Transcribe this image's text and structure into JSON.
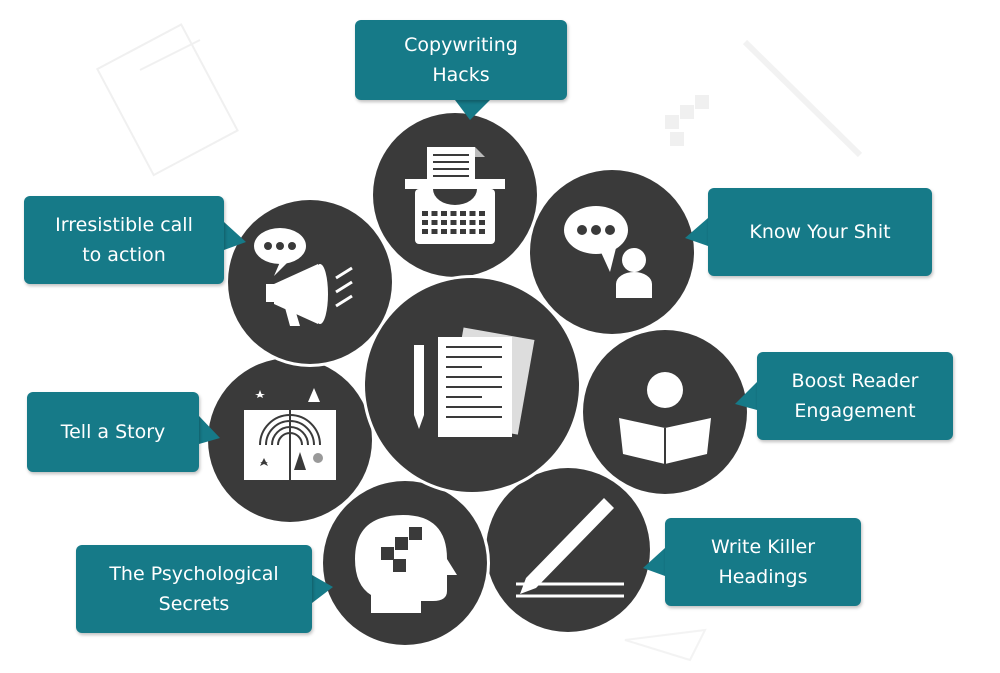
{
  "colors": {
    "teal": "#167a88",
    "circle": "#3a3a3a",
    "icon": "#ffffff"
  },
  "nodes": [
    {
      "id": "copywriting-hacks",
      "label": "Copywriting\nHacks",
      "icon": "typewriter-icon"
    },
    {
      "id": "know-your-shit",
      "label": "Know Your Shit",
      "icon": "speech-person-icon"
    },
    {
      "id": "boost-reader-engagement",
      "label": "Boost Reader\nEngagement",
      "icon": "reader-icon"
    },
    {
      "id": "write-killer-headings",
      "label": "Write Killer\nHeadings",
      "icon": "pen-icon"
    },
    {
      "id": "psychological-secrets",
      "label": "The Psychological\nSecrets",
      "icon": "head-puzzle-icon"
    },
    {
      "id": "tell-a-story",
      "label": "Tell a Story",
      "icon": "storybook-icon"
    },
    {
      "id": "call-to-action",
      "label": "Irresistible call\nto action",
      "icon": "megaphone-icon"
    }
  ],
  "center": {
    "icon": "documents-pencil-icon"
  }
}
